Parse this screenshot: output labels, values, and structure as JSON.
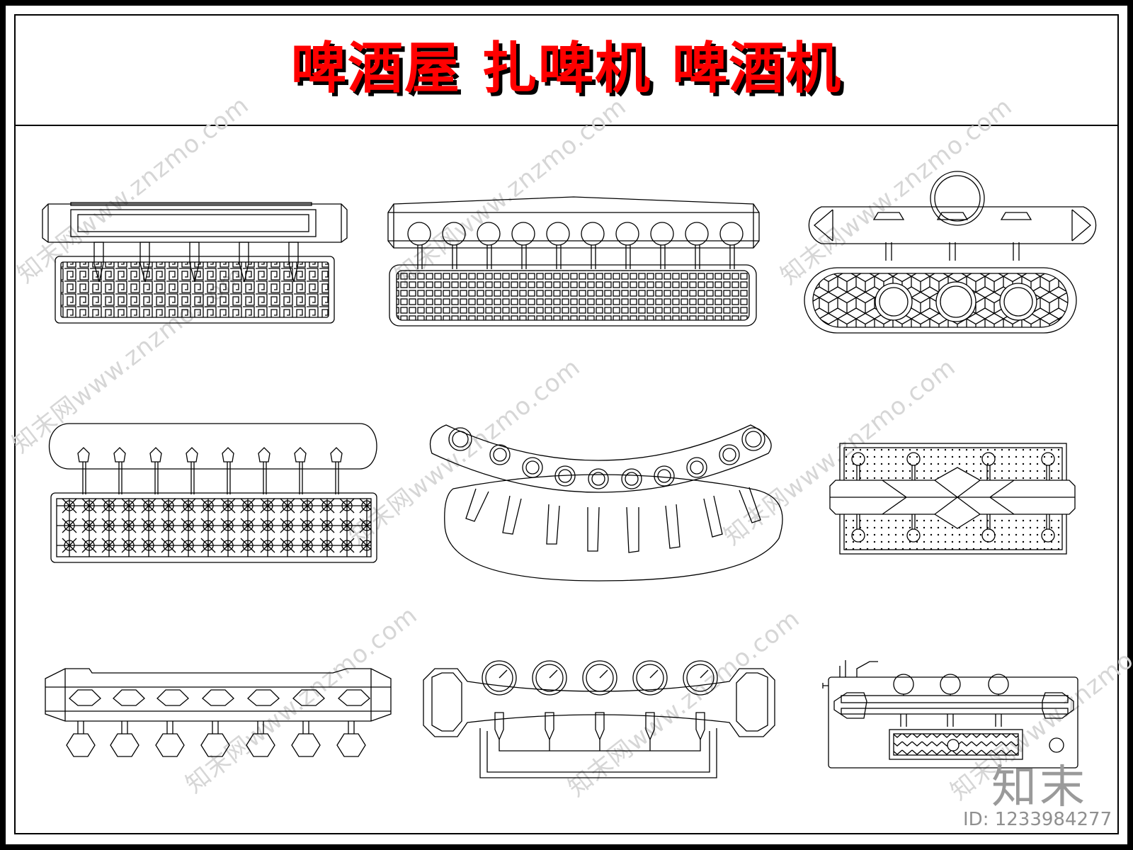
{
  "title": "啤酒屋 扎啤机 啤酒机",
  "watermarks": {
    "w1": "知末网www.znzmo.com",
    "w2": "知末网www.znzmo.com",
    "w3": "知末网www.znzmo.com",
    "w4": "知末网www.znzmo.com",
    "w5": "知末网www.znzmo.com",
    "w6": "知末网www.znzmo.com",
    "w7": "知末网www.znzmo.com",
    "w8": "知末网www.znzmo.com",
    "w9": "知末网www.znzmo.com"
  },
  "brand": "知末",
  "image_id": "ID: 1233984277",
  "colors": {
    "title": "#ff0000",
    "title_shadow": "#000000",
    "line": "#000000",
    "watermark": "#d6d6d6"
  },
  "drawings": [
    {
      "id": "tower-5-tap-maze-tray",
      "taps": 5
    },
    {
      "id": "tower-10-tap-grid-tray",
      "taps": 10
    },
    {
      "id": "tower-3-tap-ring-geometric-tray",
      "taps": 3
    },
    {
      "id": "tower-8-tap-flower-tray",
      "taps": 8
    },
    {
      "id": "arc-10-tap-tower",
      "taps": 10
    },
    {
      "id": "diamond-8-tap-dot-panel",
      "taps": 8
    },
    {
      "id": "tower-7-tap-hexagon",
      "taps": 7
    },
    {
      "id": "tower-5-tap-gauges",
      "taps": 5
    },
    {
      "id": "panel-3-tap-gauges-pipes",
      "taps": 3
    }
  ]
}
